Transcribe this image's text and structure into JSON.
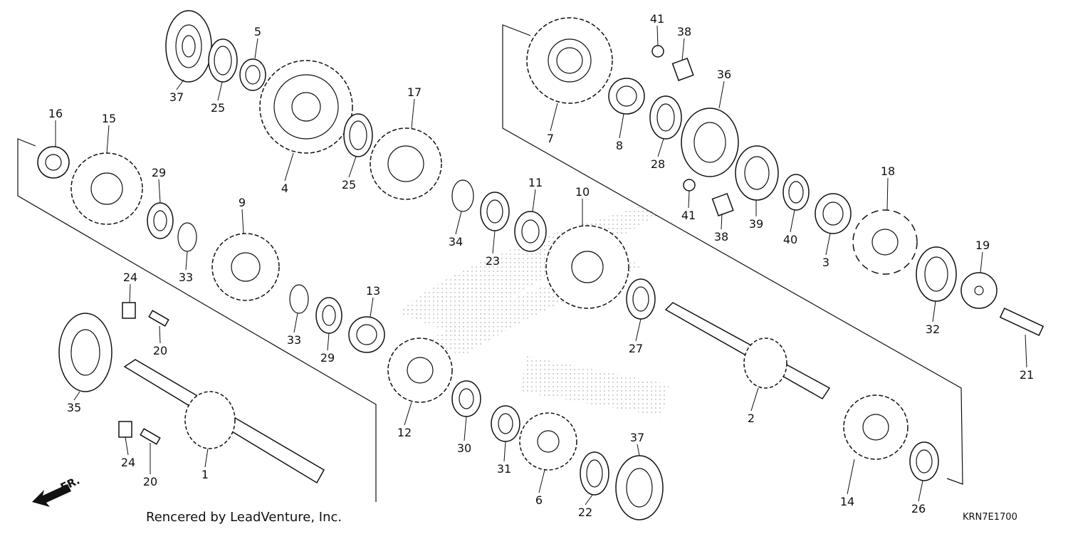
{
  "diagram": {
    "credit": "Rencered by LeadVenture, Inc.",
    "code": "KRN7E1700",
    "direction_label": "FR.",
    "callouts": [
      {
        "id": "c1",
        "text": "1"
      },
      {
        "id": "c2",
        "text": "2"
      },
      {
        "id": "c3",
        "text": "3"
      },
      {
        "id": "c4",
        "text": "4"
      },
      {
        "id": "c5",
        "text": "5"
      },
      {
        "id": "c6",
        "text": "6"
      },
      {
        "id": "c7",
        "text": "7"
      },
      {
        "id": "c8",
        "text": "8"
      },
      {
        "id": "c9",
        "text": "9"
      },
      {
        "id": "c10",
        "text": "10"
      },
      {
        "id": "c11",
        "text": "11"
      },
      {
        "id": "c12",
        "text": "12"
      },
      {
        "id": "c13",
        "text": "13"
      },
      {
        "id": "c14",
        "text": "14"
      },
      {
        "id": "c15",
        "text": "15"
      },
      {
        "id": "c16",
        "text": "16"
      },
      {
        "id": "c17",
        "text": "17"
      },
      {
        "id": "c18",
        "text": "18"
      },
      {
        "id": "c19",
        "text": "19"
      },
      {
        "id": "c20a",
        "text": "20"
      },
      {
        "id": "c20b",
        "text": "20"
      },
      {
        "id": "c21",
        "text": "21"
      },
      {
        "id": "c22",
        "text": "22"
      },
      {
        "id": "c23",
        "text": "23"
      },
      {
        "id": "c24a",
        "text": "24"
      },
      {
        "id": "c24b",
        "text": "24"
      },
      {
        "id": "c25a",
        "text": "25"
      },
      {
        "id": "c25b",
        "text": "25"
      },
      {
        "id": "c26",
        "text": "26"
      },
      {
        "id": "c27",
        "text": "27"
      },
      {
        "id": "c28",
        "text": "28"
      },
      {
        "id": "c29a",
        "text": "29"
      },
      {
        "id": "c29b",
        "text": "29"
      },
      {
        "id": "c30",
        "text": "30"
      },
      {
        "id": "c31",
        "text": "31"
      },
      {
        "id": "c32",
        "text": "32"
      },
      {
        "id": "c33a",
        "text": "33"
      },
      {
        "id": "c33b",
        "text": "33"
      },
      {
        "id": "c34",
        "text": "34"
      },
      {
        "id": "c35",
        "text": "35"
      },
      {
        "id": "c36",
        "text": "36"
      },
      {
        "id": "c37a",
        "text": "37"
      },
      {
        "id": "c37b",
        "text": "37"
      },
      {
        "id": "c38a",
        "text": "38"
      },
      {
        "id": "c38b",
        "text": "38"
      },
      {
        "id": "c39",
        "text": "39"
      },
      {
        "id": "c40",
        "text": "40"
      },
      {
        "id": "c41a",
        "text": "41"
      },
      {
        "id": "c41b",
        "text": "41"
      }
    ]
  }
}
